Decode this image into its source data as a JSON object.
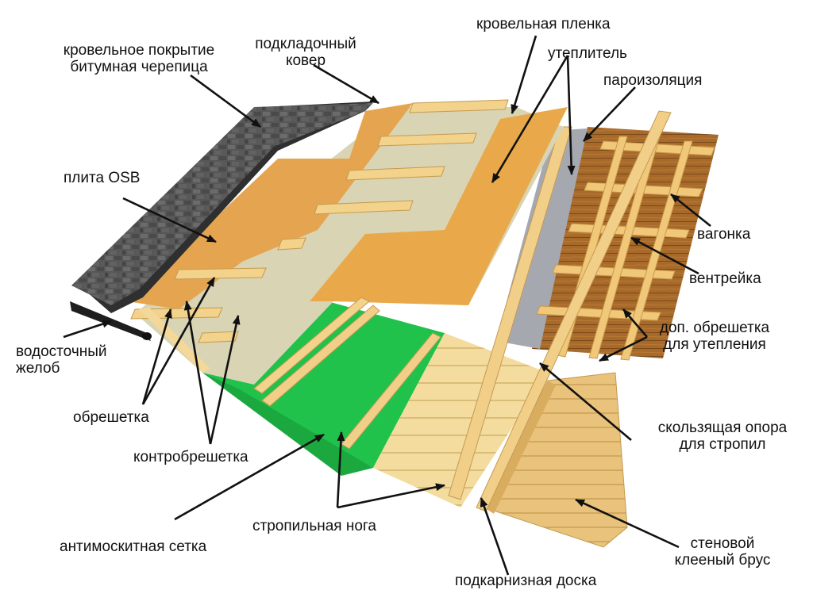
{
  "labels": {
    "shingles": [
      "кровельное покрытие",
      "битумная черепица"
    ],
    "underlay": [
      "подкладочный",
      "ковер"
    ],
    "roof_membrane": "кровельная пленка",
    "insulation": "утеплитель",
    "vapor_barrier": "пароизоляция",
    "osb": "плита OSB",
    "lining": "вагонка",
    "vent_bar": "вентрейка",
    "extra_batten": [
      "доп. обрешетка",
      "для утепления"
    ],
    "gutter": [
      "водосточный",
      "желоб"
    ],
    "batten": "обрешетка",
    "counter_batten": "контробрешетка",
    "sliding_support": [
      "скользящая опора",
      "для стропил"
    ],
    "rafter": "стропильная нога",
    "mosquito_net": "антимоскитная сетка",
    "wall_beam": [
      "стеновой",
      "клееный брус"
    ],
    "soffit_board": "подкарнизная доска"
  },
  "colors": {
    "shingle": "#4f4f4f",
    "underlay": "#2d2d2d",
    "osb": "#e3a24c",
    "membrane": "#d8d3b4",
    "wood": "#f0c77a",
    "net": "#22c44d",
    "vapor": "#9fa1a8",
    "arrow": "#111111"
  }
}
